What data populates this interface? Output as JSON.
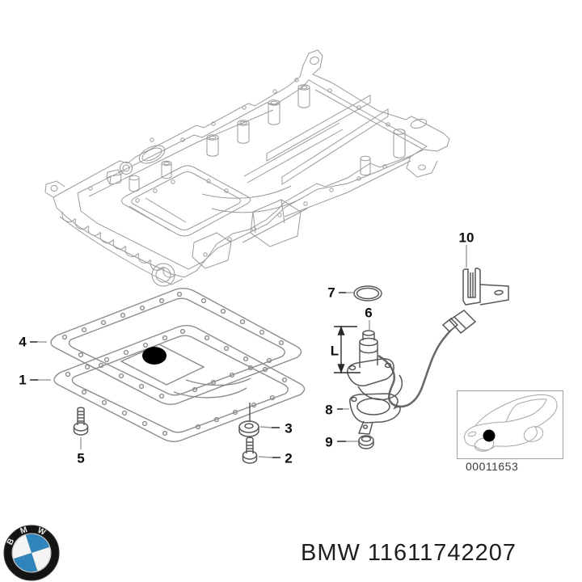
{
  "colors": {
    "drawing_line": "#9a9a9a",
    "small_part_line": "#585858",
    "label_text": "#0d0d0d",
    "bmw_blue": "#2f85bb",
    "bmw_ring": "#141414"
  },
  "callouts": [
    {
      "label": "4"
    },
    {
      "label": "1"
    },
    {
      "label": "5"
    },
    {
      "label": "3"
    },
    {
      "label": "2"
    },
    {
      "label": "7"
    },
    {
      "label": "6"
    },
    {
      "label": "L"
    },
    {
      "label": "8"
    },
    {
      "label": "9"
    },
    {
      "label": "10"
    }
  ],
  "inset": {
    "image_code": "00011653"
  },
  "footer": {
    "part_number": "BMW 11611742207",
    "logo_letters": [
      "B",
      "M",
      "W"
    ]
  }
}
